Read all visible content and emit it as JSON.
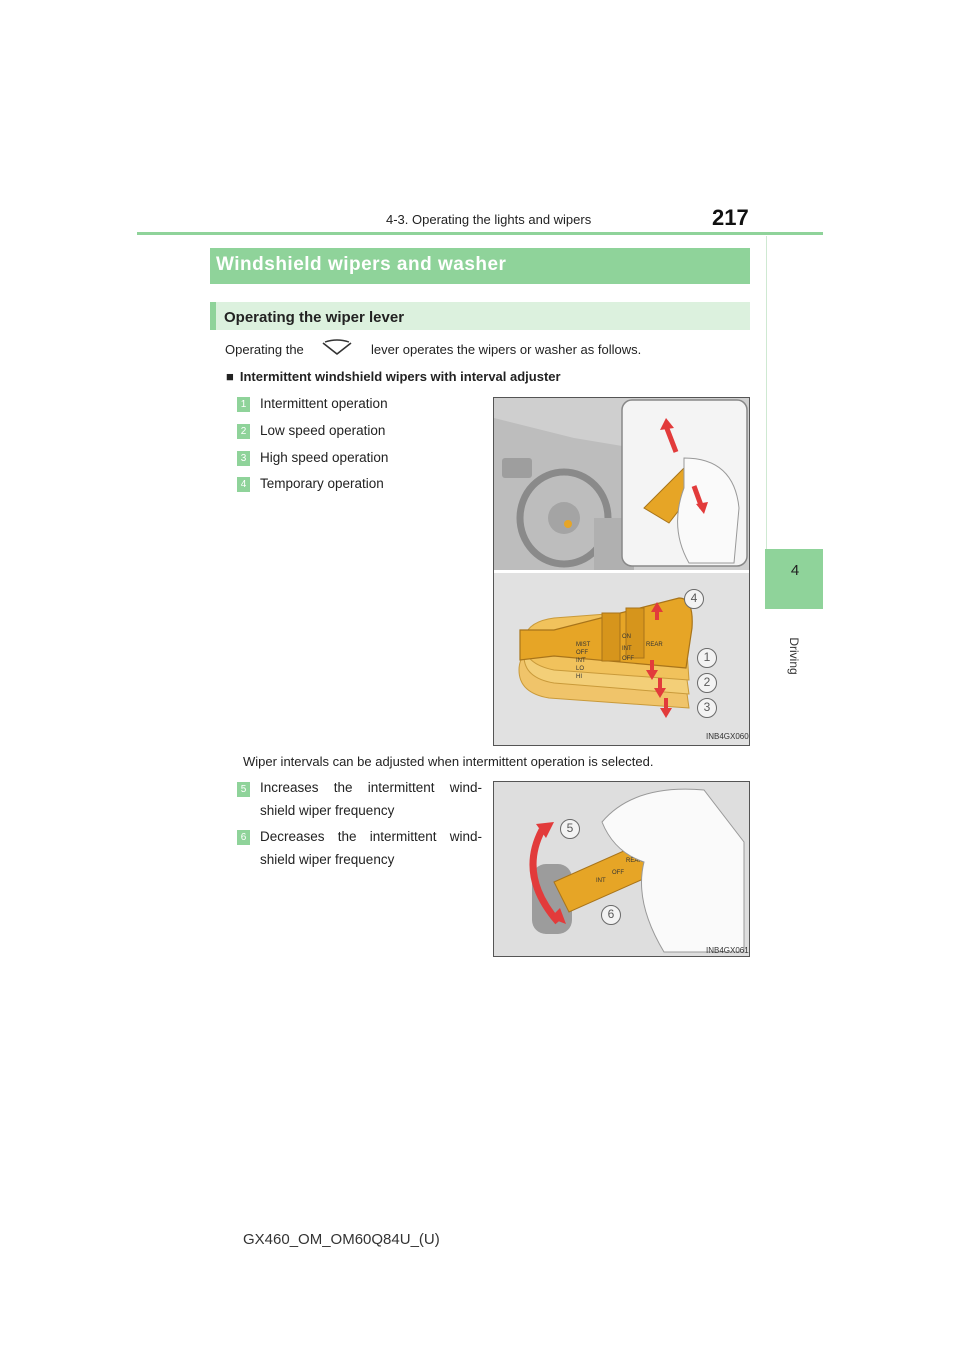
{
  "header": {
    "section_title": "4-3. Operating the lights and wipers",
    "page_number": "217"
  },
  "side_tab": {
    "chapter_number": "4",
    "chapter_label": "Driving"
  },
  "section": {
    "title": "Windshield wipers and washer",
    "subsection_title": "Operating the wiper lever",
    "intro_before": "Operating the",
    "intro_after": "lever operates the wipers or washer as follows.",
    "bullet_symbol": "■",
    "bullet_title": "Intermittent windshield wipers with interval adjuster"
  },
  "items": [
    {
      "number": "1",
      "label": "Intermittent operation"
    },
    {
      "number": "2",
      "label": "Low speed operation"
    },
    {
      "number": "3",
      "label": "High speed operation"
    },
    {
      "number": "4",
      "label": "Temporary operation"
    }
  ],
  "note": "Wiper intervals can be adjusted when intermittent operation is selected.",
  "adjust_items": [
    {
      "number": "5",
      "label": "Increases the intermittent wind-shield wiper frequency"
    },
    {
      "number": "6",
      "label": "Decreases the intermittent wind-shield wiper frequency"
    }
  ],
  "figure1": {
    "code": "INB4GX060",
    "lever_markings": [
      "MIST",
      "OFF",
      "INT",
      "LO",
      "HI",
      "ON",
      "INT",
      "OFF",
      "REAR"
    ],
    "callouts": [
      "4",
      "1",
      "2",
      "3"
    ]
  },
  "figure2": {
    "code": "INB4GX061",
    "lever_markings": [
      "INT",
      "OFF",
      "REAR"
    ],
    "callouts": [
      "5",
      "6"
    ]
  },
  "footer": "GX460_OM_OM60Q84U_(U)",
  "colors": {
    "accent_green": "#8fd39a",
    "light_green": "#dcf1de",
    "lever_orange": "#e6a526",
    "arrow_red": "#e23b3b"
  }
}
